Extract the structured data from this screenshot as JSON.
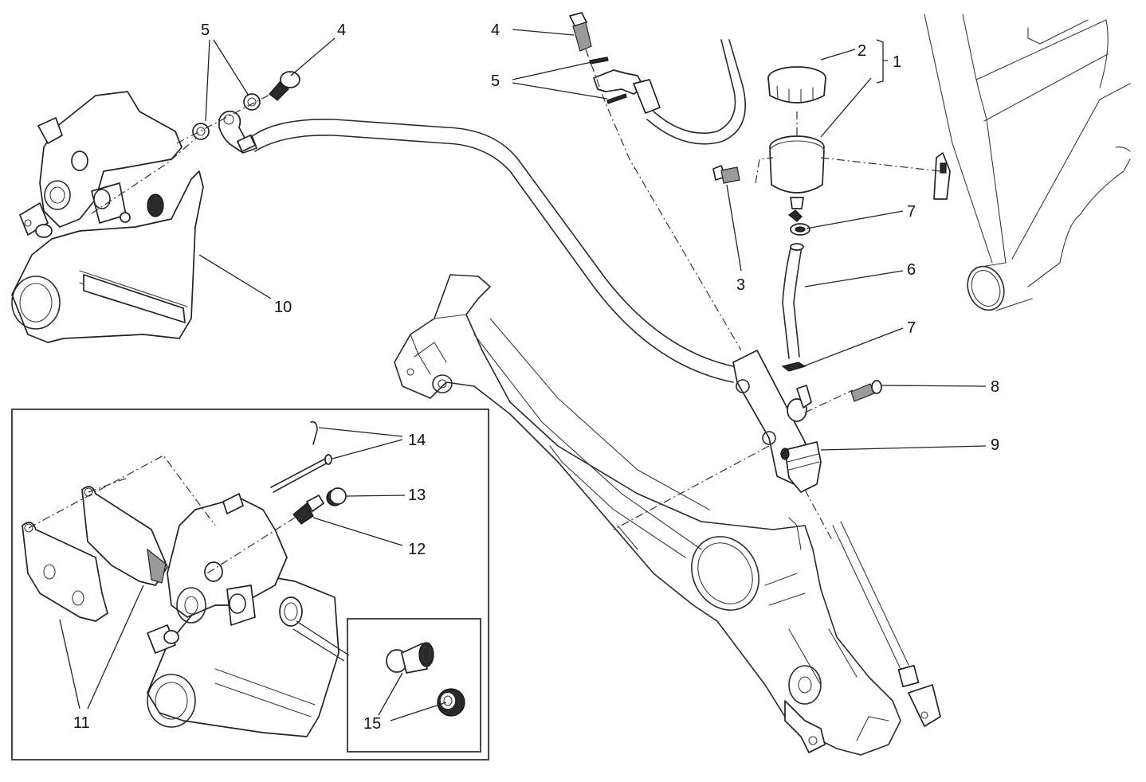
{
  "diagram": {
    "type": "exploded-parts-diagram",
    "subject": "rear brake system",
    "callouts": [
      {
        "id": "c1",
        "label": "1"
      },
      {
        "id": "c2",
        "label": "2"
      },
      {
        "id": "c3",
        "label": "3"
      },
      {
        "id": "c4a",
        "label": "4"
      },
      {
        "id": "c4b",
        "label": "4"
      },
      {
        "id": "c5a",
        "label": "5"
      },
      {
        "id": "c5b",
        "label": "5"
      },
      {
        "id": "c6",
        "label": "6"
      },
      {
        "id": "c7a",
        "label": "7"
      },
      {
        "id": "c7b",
        "label": "7"
      },
      {
        "id": "c8",
        "label": "8"
      },
      {
        "id": "c9",
        "label": "9"
      },
      {
        "id": "c10",
        "label": "10"
      },
      {
        "id": "c11",
        "label": "11"
      },
      {
        "id": "c12",
        "label": "12"
      },
      {
        "id": "c13",
        "label": "13"
      },
      {
        "id": "c14",
        "label": "14"
      },
      {
        "id": "c15",
        "label": "15"
      }
    ],
    "parts": [
      {
        "number": "1",
        "name": "fluid reservoir assembly"
      },
      {
        "number": "2",
        "name": "reservoir cap"
      },
      {
        "number": "3",
        "name": "screw"
      },
      {
        "number": "4",
        "name": "banjo bolt"
      },
      {
        "number": "5",
        "name": "sealing washer"
      },
      {
        "number": "6",
        "name": "hose"
      },
      {
        "number": "7",
        "name": "clamp"
      },
      {
        "number": "8",
        "name": "screw"
      },
      {
        "number": "9",
        "name": "rear brake master cylinder"
      },
      {
        "number": "10",
        "name": "rear brake caliper"
      },
      {
        "number": "11",
        "name": "brake pads"
      },
      {
        "number": "12",
        "name": "bleed valve"
      },
      {
        "number": "13",
        "name": "bleed valve cap"
      },
      {
        "number": "14",
        "name": "pad pin with clip"
      },
      {
        "number": "15",
        "name": "piston and seal kit"
      }
    ]
  }
}
